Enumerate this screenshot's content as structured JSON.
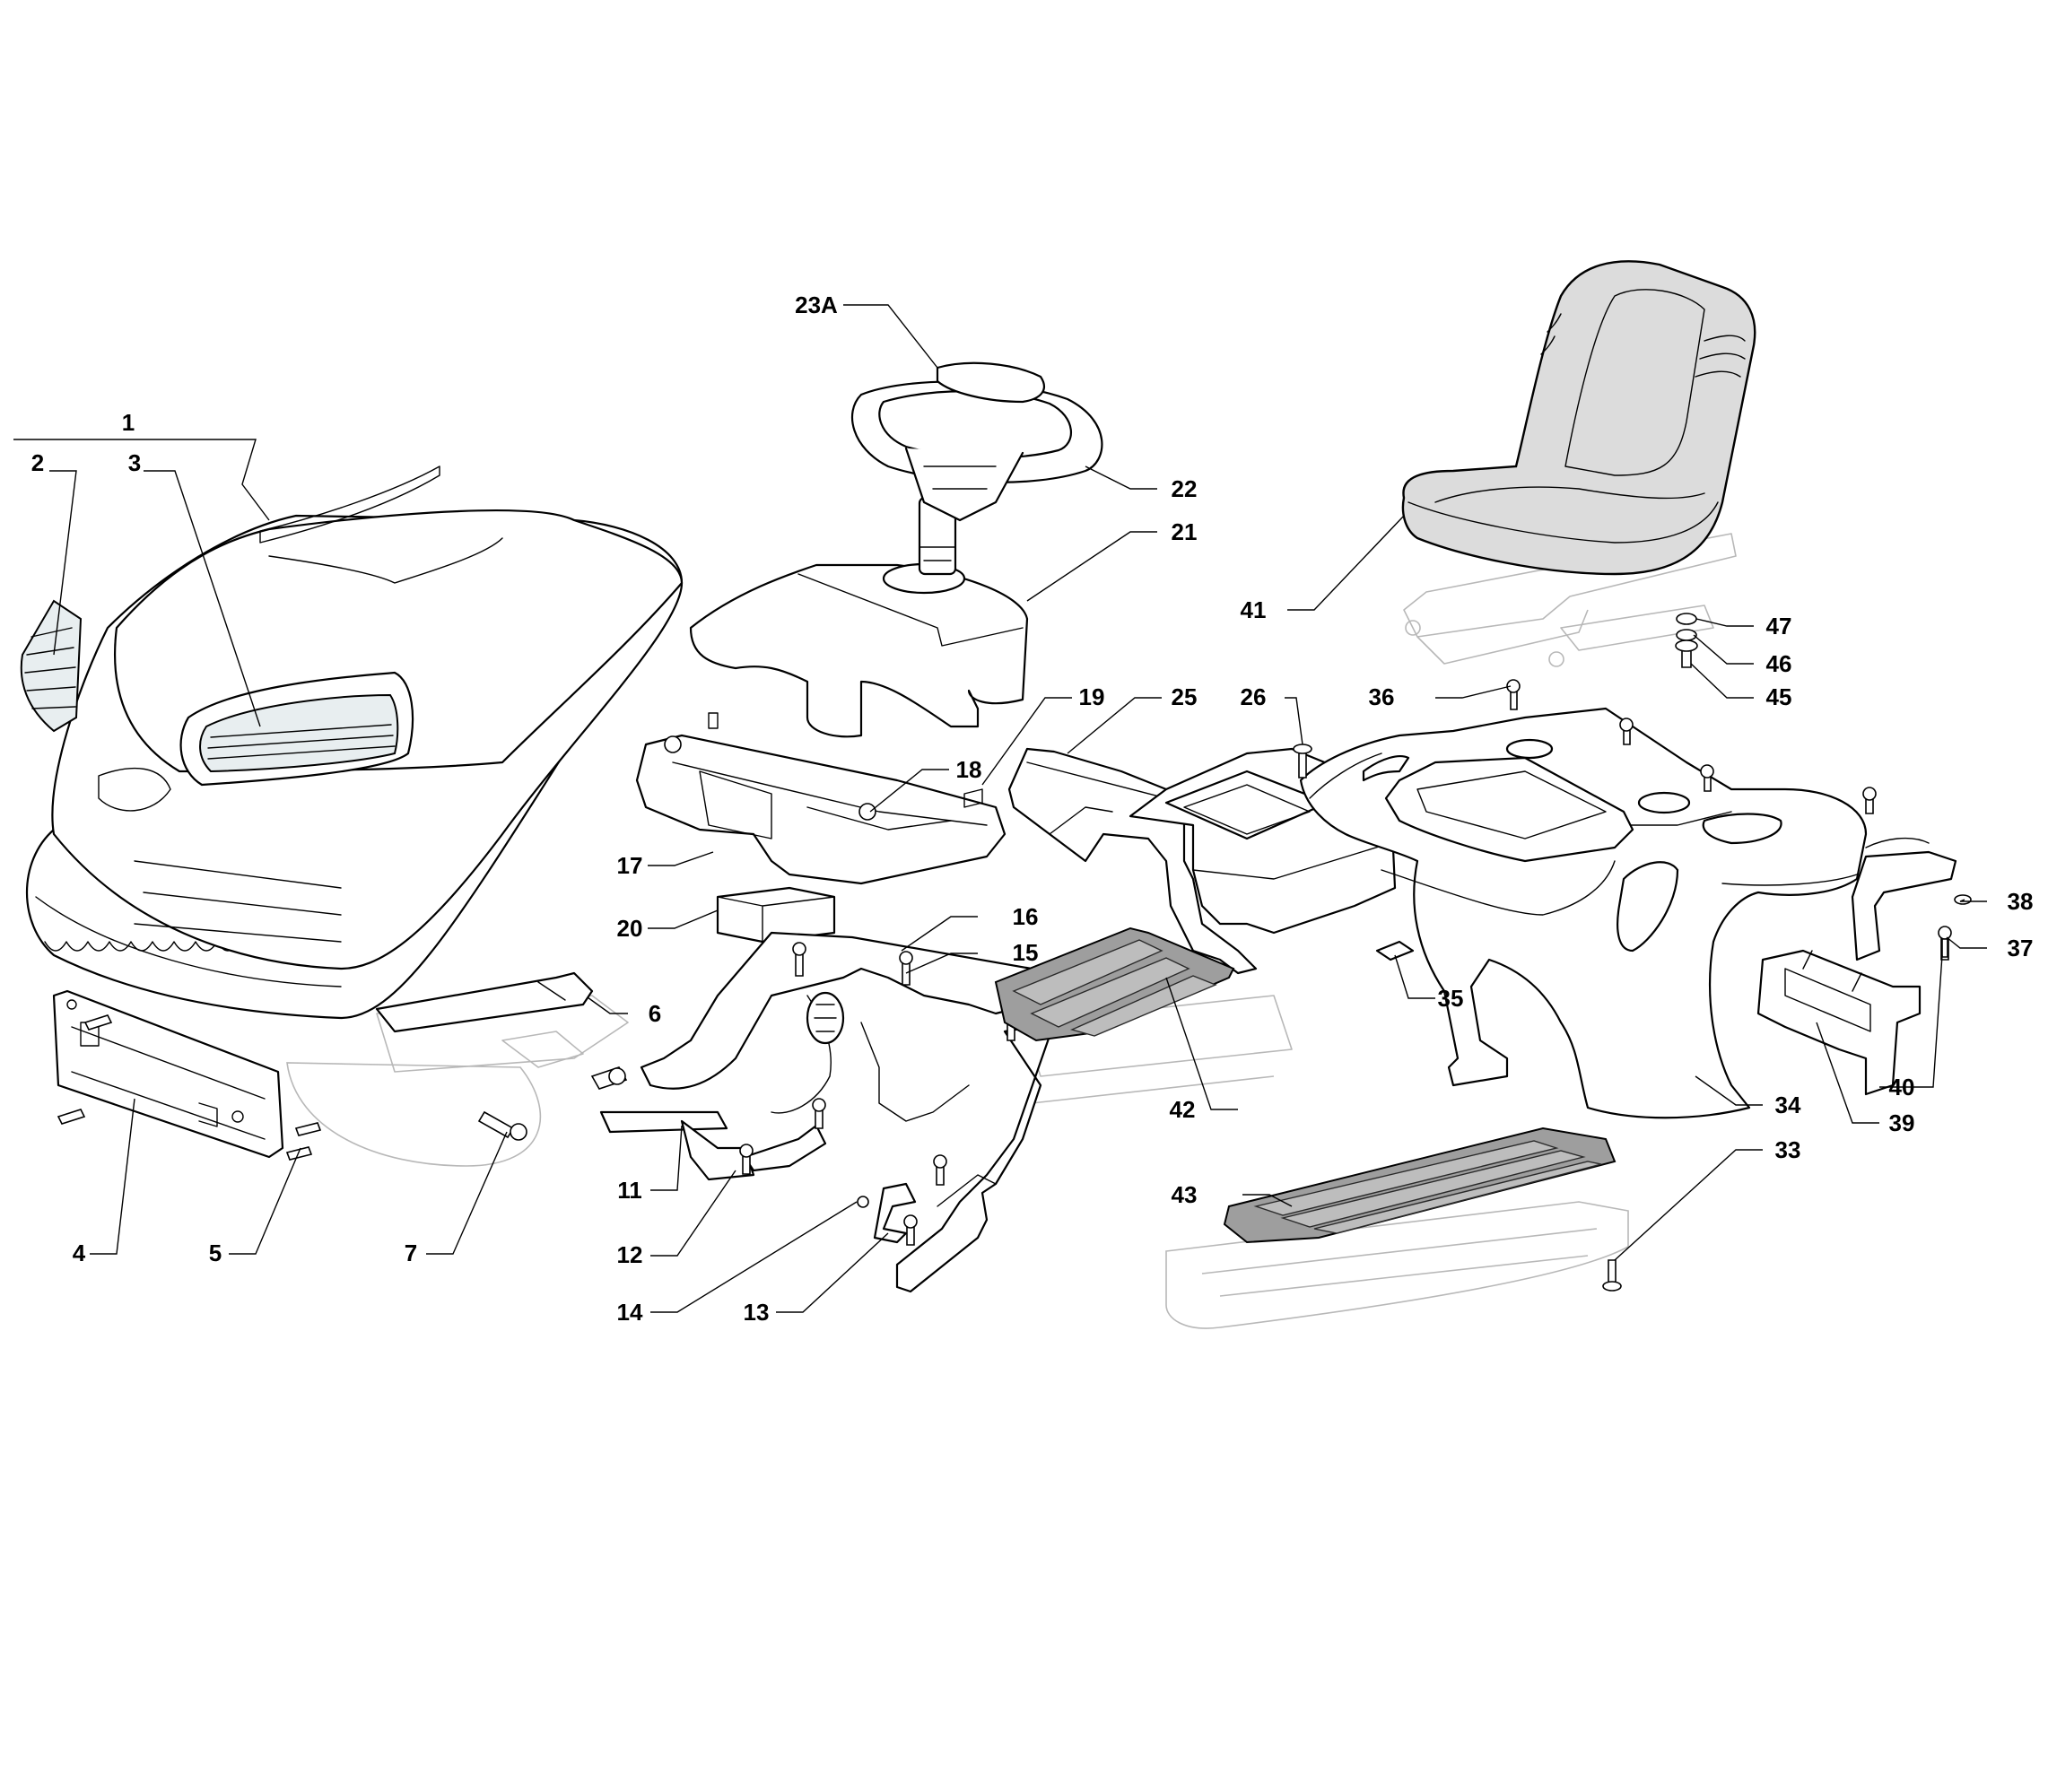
{
  "diagram": {
    "callouts": [
      {
        "id": "1",
        "label": "1"
      },
      {
        "id": "2",
        "label": "2"
      },
      {
        "id": "3",
        "label": "3"
      },
      {
        "id": "4",
        "label": "4"
      },
      {
        "id": "5",
        "label": "5"
      },
      {
        "id": "6",
        "label": "6"
      },
      {
        "id": "7",
        "label": "7"
      },
      {
        "id": "11",
        "label": "11"
      },
      {
        "id": "12",
        "label": "12"
      },
      {
        "id": "13",
        "label": "13"
      },
      {
        "id": "14",
        "label": "14"
      },
      {
        "id": "15",
        "label": "15"
      },
      {
        "id": "16",
        "label": "16"
      },
      {
        "id": "17",
        "label": "17"
      },
      {
        "id": "18",
        "label": "18"
      },
      {
        "id": "19",
        "label": "19"
      },
      {
        "id": "20",
        "label": "20"
      },
      {
        "id": "21",
        "label": "21"
      },
      {
        "id": "22",
        "label": "22"
      },
      {
        "id": "23A",
        "label": "23A"
      },
      {
        "id": "25",
        "label": "25"
      },
      {
        "id": "26",
        "label": "26"
      },
      {
        "id": "33",
        "label": "33"
      },
      {
        "id": "34",
        "label": "34"
      },
      {
        "id": "35",
        "label": "35"
      },
      {
        "id": "36",
        "label": "36"
      },
      {
        "id": "37",
        "label": "37"
      },
      {
        "id": "38",
        "label": "38"
      },
      {
        "id": "39",
        "label": "39"
      },
      {
        "id": "40",
        "label": "40"
      },
      {
        "id": "41",
        "label": "41"
      },
      {
        "id": "42",
        "label": "42"
      },
      {
        "id": "43",
        "label": "43"
      },
      {
        "id": "45",
        "label": "45"
      },
      {
        "id": "46",
        "label": "46"
      },
      {
        "id": "47",
        "label": "47"
      }
    ]
  }
}
